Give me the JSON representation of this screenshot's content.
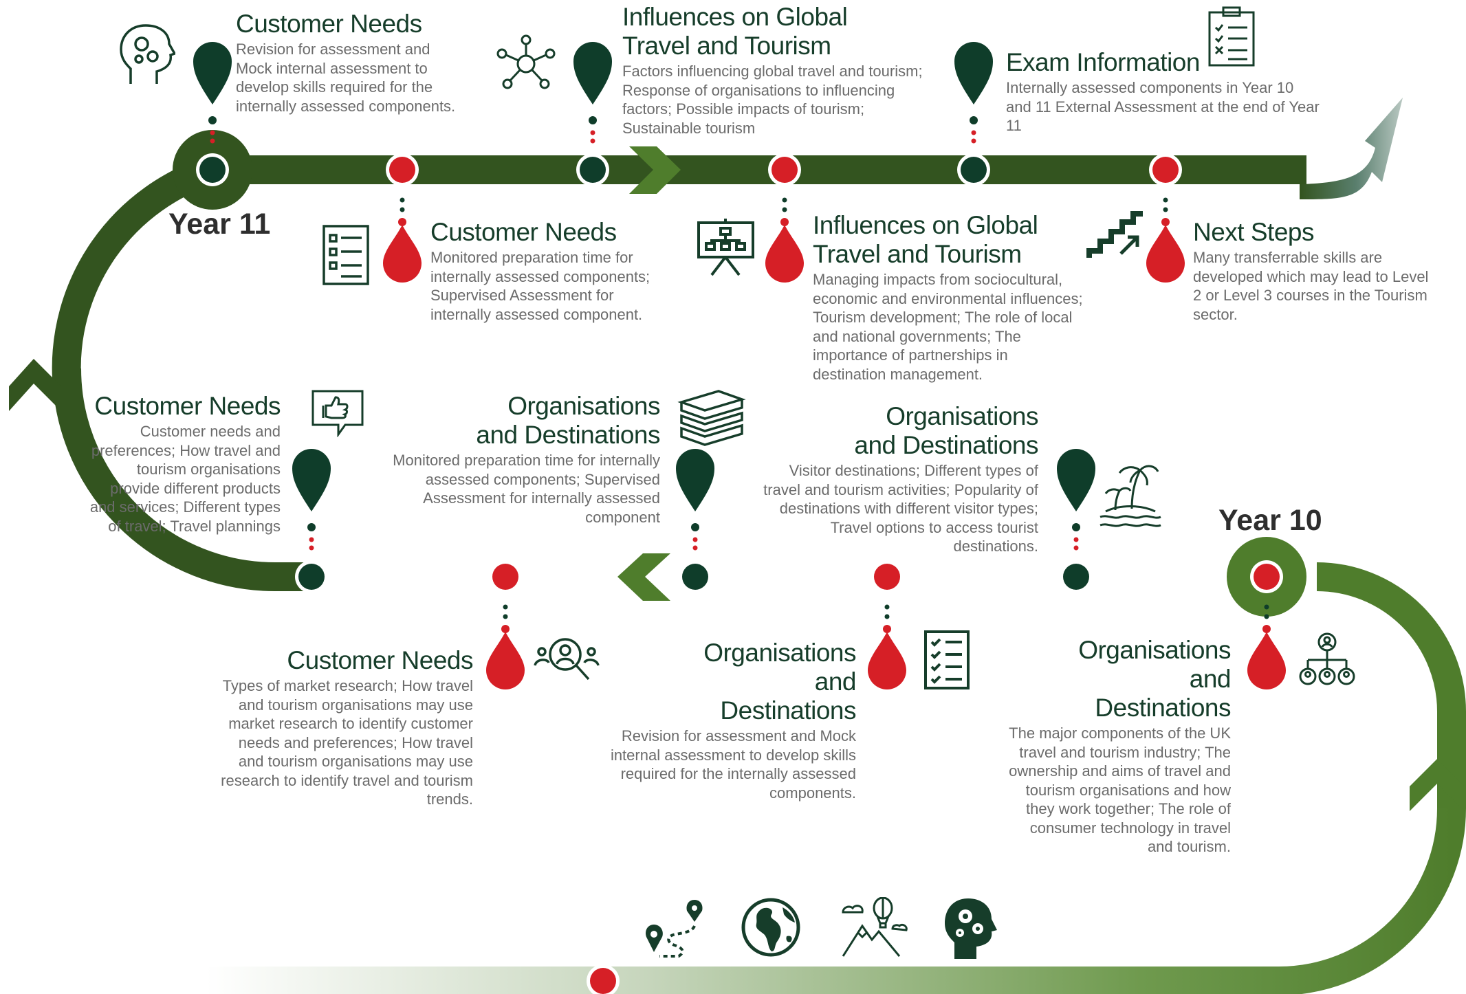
{
  "colors": {
    "track_dark": "#33541f",
    "track_light": "#4f7d2c",
    "pin_dark": "#0f3d2a",
    "pin_red": "#d61f26",
    "title_color": "#163d2a",
    "text_grey": "#6b6b6b"
  },
  "year_labels": {
    "year11": "Year 11",
    "year10": "Year 10"
  },
  "nodes": {
    "top_row": [
      {
        "title": "Customer Needs",
        "desc": "Revision for assessment and Mock internal assessment to develop skills required for the internally assessed components.",
        "icon": "head-gears-outline-icon"
      },
      {
        "title": "Customer Needs",
        "desc": "Monitored preparation time for internally assessed components; Supervised Assessment for internally assessed component.",
        "icon": "checklist-document-icon"
      },
      {
        "title": "Influences on Global Travel and Tourism",
        "desc": "Factors influencing global travel and tourism; Response of organisations to influencing factors; Possible impacts of tourism; Sustainable tourism",
        "icon": "network-people-icon"
      },
      {
        "title": "Influences on Global Travel and Tourism",
        "desc": "Managing impacts from sociocultural, economic and environmental influences; Tourism development; The role of local and national governments; The importance of partnerships in destination management.",
        "icon": "presentation-board-icon"
      },
      {
        "title": "Exam Information",
        "desc": "Internally assessed components in Year 10 and 11 External Assessment at the end of Year 11",
        "icon": "clipboard-checklist-icon"
      },
      {
        "title": "Next Steps",
        "desc": "Many transferrable skills are developed which may lead to Level 2 or Level 3 courses in the Tourism sector.",
        "icon": "stairs-arrow-icon"
      }
    ],
    "bottom_row": [
      {
        "title": "Customer Needs",
        "desc": "Customer needs and preferences; How travel and tourism organisations provide different products and services; Different types of travel; Travel plannings",
        "icon": "thumbs-up-chat-icon"
      },
      {
        "title": "Customer Needs",
        "desc": "Types of market research; How travel and tourism organisations may use market research to identify customer needs and preferences; How travel and tourism organisations may use research to identify travel and tourism trends.",
        "icon": "magnifier-people-icon"
      },
      {
        "title": "Organisations and Destinations",
        "desc": "Monitored preparation time for internally assessed components; Supervised Assessment for internally assessed component",
        "icon": "stacked-books-icon"
      },
      {
        "title": "Organisations and Destinations",
        "desc": "Revision for assessment and Mock internal assessment to develop skills required for the internally assessed components.",
        "icon": "checklist-icon"
      },
      {
        "title": "Organisations and Destinations",
        "desc": "Visitor destinations; Different types of travel and tourism activities; Popularity of destinations with different visitor types; Travel options to access tourist destinations.",
        "icon": "island-palm-icon"
      },
      {
        "title": "Organisations and Destinations",
        "desc": "The major components of the UK travel and tourism industry; The ownership and aims of travel and tourism organisations and how they work together; The role of consumer technology in travel and tourism.",
        "icon": "org-chart-people-icon"
      }
    ]
  },
  "footer_icons": [
    "route-map-icon",
    "globe-icon",
    "mountains-balloon-icon",
    "head-gears-solid-icon"
  ]
}
